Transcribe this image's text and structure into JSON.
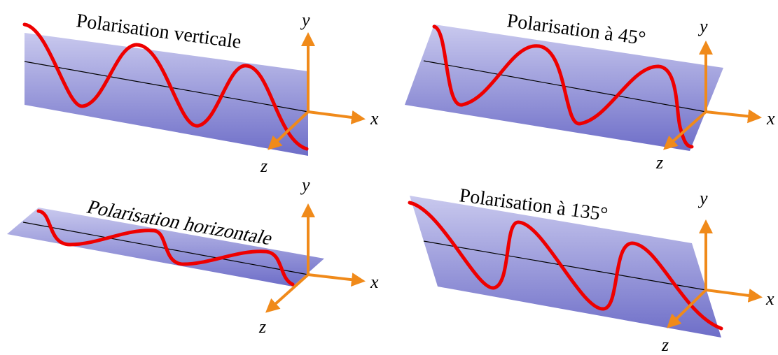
{
  "figure": {
    "panels": [
      {
        "id": "vertical",
        "title": "Polarisation verticale"
      },
      {
        "id": "deg45",
        "title": "Polarisation à 45°"
      },
      {
        "id": "horizontal",
        "title": "Polarisation horizontale"
      },
      {
        "id": "deg135",
        "title": "Polarisation à 135°"
      }
    ],
    "axis_labels": {
      "x": "x",
      "y": "y",
      "z": "z"
    },
    "colors": {
      "wave": "#ee0000",
      "axis_arrow": "#f08a1a",
      "plane_light": "#c9c9ee",
      "plane_dark": "#6e6ec8",
      "center_line": "#000000"
    }
  }
}
